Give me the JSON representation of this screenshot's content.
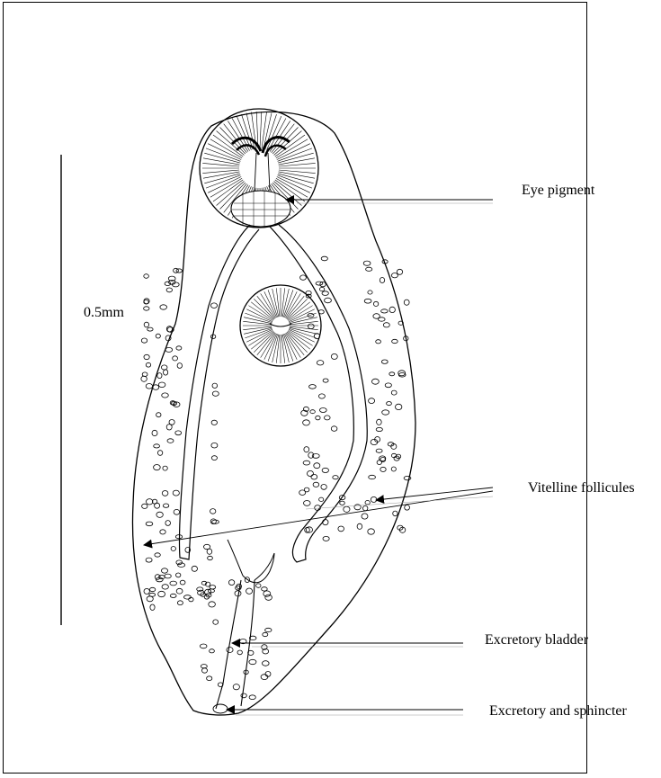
{
  "scale_bar": {
    "label": "0.5mm"
  },
  "labels": {
    "eye_pigment": "Eye pigment",
    "vitelline_follicules": "Vitelline follicules",
    "excretory_bladder": "Excretory bladder",
    "excretory_sphincter": "Excretory and sphincter"
  },
  "colors": {
    "ink": "#000000",
    "paper": "#ffffff",
    "guide": "#9a9a9a"
  }
}
